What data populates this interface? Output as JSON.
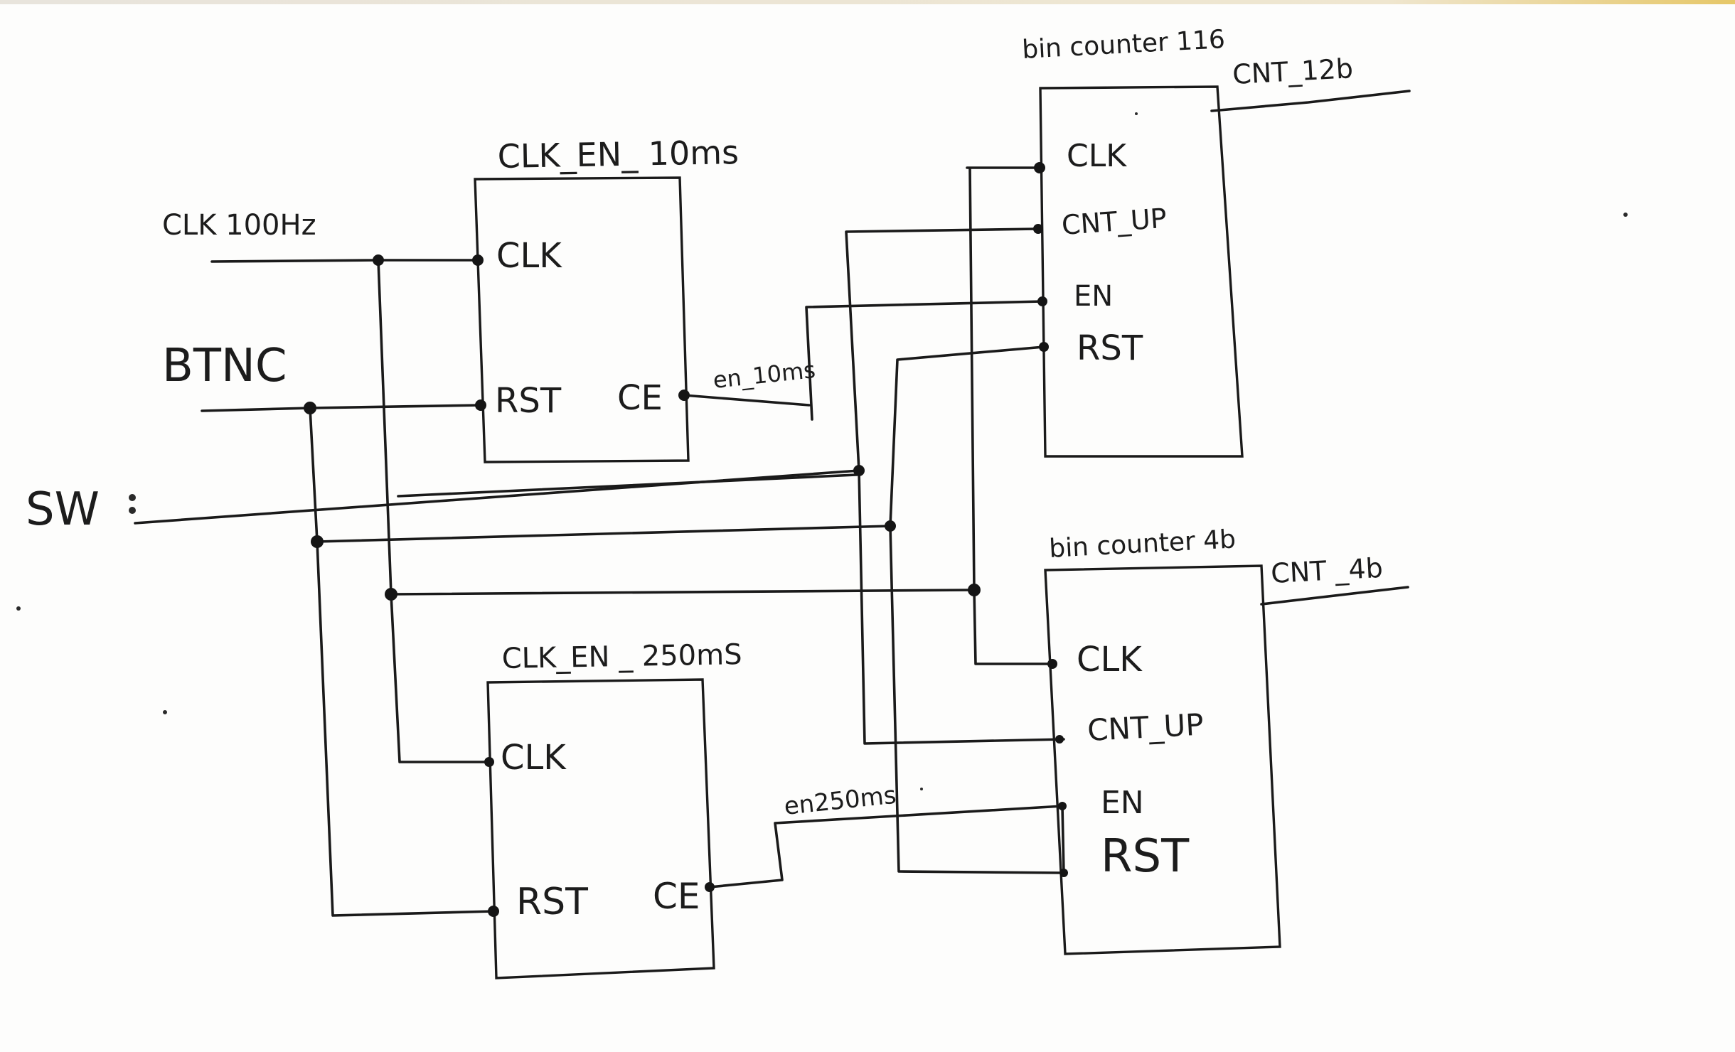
{
  "inputs": {
    "clk": "CLK 100Hz",
    "btnc": "BTNC",
    "sw": "SW"
  },
  "blocks": {
    "clk_en_10ms": {
      "title": "CLK_EN_ 10ms",
      "ports": {
        "clk": "CLK",
        "rst": "RST",
        "ce": "CE"
      }
    },
    "clk_en_250ms": {
      "title": "CLK_EN _ 250mS",
      "ports": {
        "clk": "CLK",
        "rst": "RST",
        "ce": "CE"
      }
    },
    "bin_counter_12b": {
      "title": "bin counter 116",
      "ports": {
        "clk": "CLK",
        "cnt_up": "CNT_UP",
        "en": "EN",
        "rst": "RST"
      },
      "output": "CNT_12b"
    },
    "bin_counter_4b": {
      "title": "bin counter 4b",
      "ports": {
        "clk": "CLK",
        "cnt_up": "CNT_UP",
        "en": "EN",
        "rst": "RST"
      },
      "output": "CNT _4b"
    }
  },
  "signals": {
    "en_10ms": "en_10ms",
    "en_250ms": "en250ms"
  }
}
